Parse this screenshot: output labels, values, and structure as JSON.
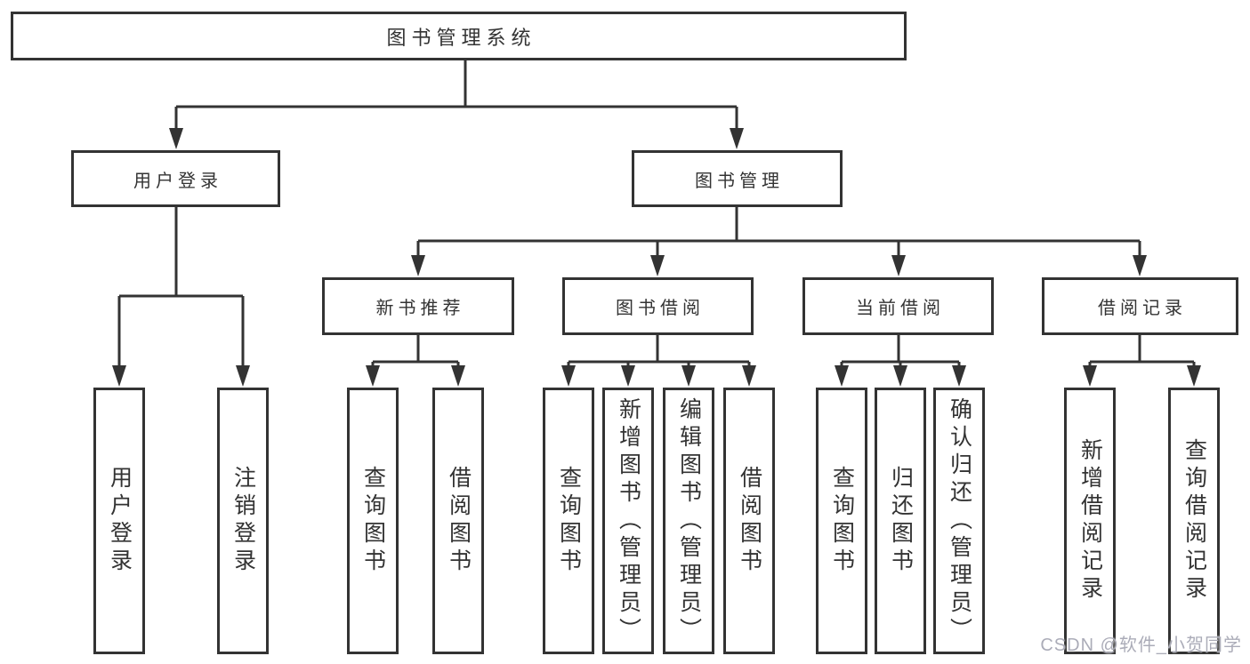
{
  "colors": {
    "line": "#333333",
    "text": "#333333",
    "box_background": "#ffffff",
    "watermark": "#abacb8"
  },
  "tree": {
    "root": {
      "label": "图书管理系统"
    },
    "branches": [
      {
        "label": "用户登录",
        "children": [
          {
            "label": "用户登录"
          },
          {
            "label": "注销登录"
          }
        ]
      },
      {
        "label": "图书管理",
        "children": [
          {
            "label": "新书推荐",
            "children": [
              {
                "label": "查询图书"
              },
              {
                "label": "借阅图书"
              }
            ]
          },
          {
            "label": "图书借阅",
            "children": [
              {
                "label": "查询图书"
              },
              {
                "label": "新增图书（管理员）"
              },
              {
                "label": "编辑图书（管理员）"
              },
              {
                "label": "借阅图书"
              }
            ]
          },
          {
            "label": "当前借阅",
            "children": [
              {
                "label": "查询图书"
              },
              {
                "label": "归还图书"
              },
              {
                "label": "确认归还（管理员）"
              }
            ]
          },
          {
            "label": "借阅记录",
            "children": [
              {
                "label": "新增借阅记录"
              },
              {
                "label": "查询借阅记录"
              }
            ]
          }
        ]
      }
    ]
  },
  "watermark": {
    "text": "CSDN @软件_小贺同学"
  }
}
